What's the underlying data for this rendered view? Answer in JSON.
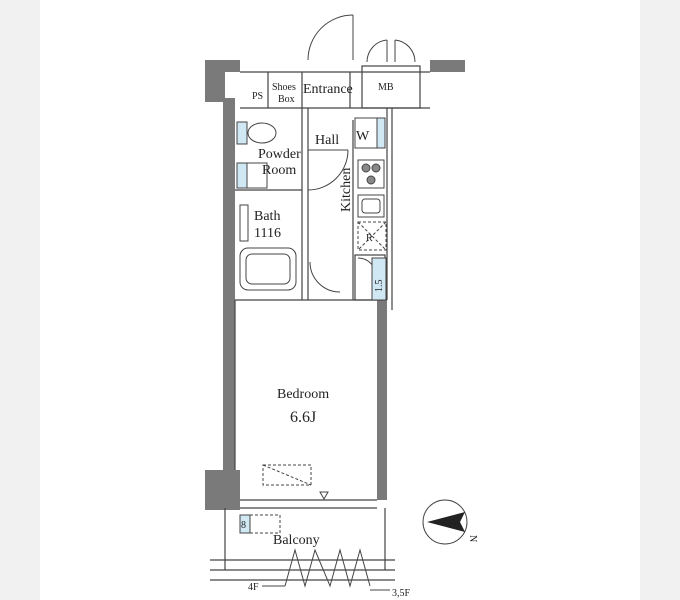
{
  "labels": {
    "ps": "PS",
    "shoes_box_1": "Shoes",
    "shoes_box_2": "Box",
    "entrance": "Entrance",
    "mb": "MB",
    "hall": "Hall",
    "w": "W",
    "powder_room_1": "Powder",
    "powder_room_2": "Room",
    "kitchen": "Kitchen",
    "bath": "Bath",
    "bath_size": "1116",
    "r": "R",
    "bedroom": "Bedroom",
    "bedroom_size": "6.6J",
    "balcony": "Balcony",
    "floor_4f": "4F",
    "floor_35f": "3,5F",
    "north": "N",
    "side_unit": "1.5",
    "balcony_unit": "8"
  },
  "colors": {
    "wall": "#777777",
    "line": "#444444",
    "fixture_blue": "#cfe8f3"
  }
}
